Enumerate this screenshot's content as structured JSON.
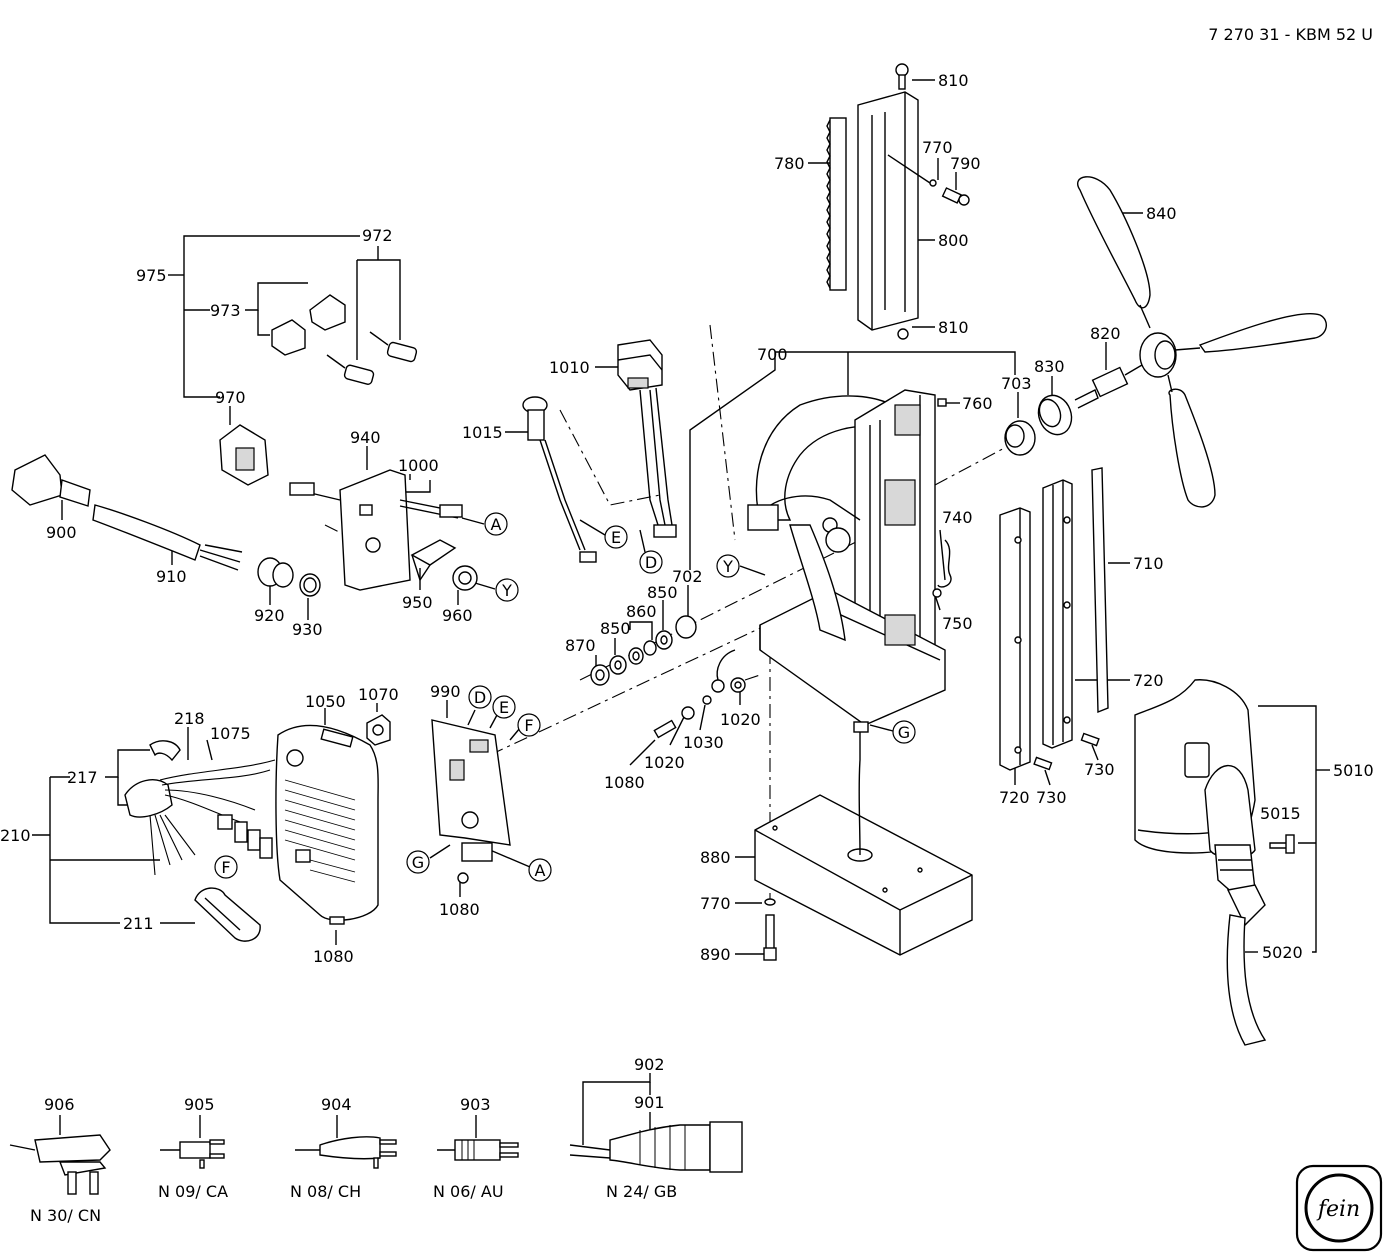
{
  "header": {
    "title": "7 270 31 - KBM 52 U"
  },
  "logo": {
    "text": "fein"
  },
  "parts": [
    {
      "id": "810a",
      "text": "810"
    },
    {
      "id": "770a",
      "text": "770"
    },
    {
      "id": "790",
      "text": "790"
    },
    {
      "id": "780",
      "text": "780"
    },
    {
      "id": "800",
      "text": "800"
    },
    {
      "id": "810b",
      "text": "810"
    },
    {
      "id": "840",
      "text": "840"
    },
    {
      "id": "820",
      "text": "820"
    },
    {
      "id": "972",
      "text": "972"
    },
    {
      "id": "975",
      "text": "975"
    },
    {
      "id": "973",
      "text": "973"
    },
    {
      "id": "970",
      "text": "970"
    },
    {
      "id": "1010",
      "text": "1010"
    },
    {
      "id": "700",
      "text": "700"
    },
    {
      "id": "703",
      "text": "703"
    },
    {
      "id": "830",
      "text": "830"
    },
    {
      "id": "760",
      "text": "760"
    },
    {
      "id": "1015",
      "text": "1015"
    },
    {
      "id": "940",
      "text": "940"
    },
    {
      "id": "1000",
      "text": "1000"
    },
    {
      "id": "900",
      "text": "900"
    },
    {
      "id": "910",
      "text": "910"
    },
    {
      "id": "920",
      "text": "920"
    },
    {
      "id": "930",
      "text": "930"
    },
    {
      "id": "950",
      "text": "950"
    },
    {
      "id": "960",
      "text": "960"
    },
    {
      "id": "740",
      "text": "740"
    },
    {
      "id": "750",
      "text": "750"
    },
    {
      "id": "710",
      "text": "710"
    },
    {
      "id": "702",
      "text": "702"
    },
    {
      "id": "850a",
      "text": "850"
    },
    {
      "id": "860",
      "text": "860"
    },
    {
      "id": "850b",
      "text": "850"
    },
    {
      "id": "870",
      "text": "870"
    },
    {
      "id": "720a",
      "text": "720"
    },
    {
      "id": "1050",
      "text": "1050"
    },
    {
      "id": "1070",
      "text": "1070"
    },
    {
      "id": "990",
      "text": "990"
    },
    {
      "id": "218",
      "text": "218"
    },
    {
      "id": "1075",
      "text": "1075"
    },
    {
      "id": "217",
      "text": "217"
    },
    {
      "id": "210",
      "text": "210"
    },
    {
      "id": "211",
      "text": "211"
    },
    {
      "id": "1080a",
      "text": "1080"
    },
    {
      "id": "1080b",
      "text": "1080"
    },
    {
      "id": "1080c",
      "text": "1080"
    },
    {
      "id": "1020a",
      "text": "1020"
    },
    {
      "id": "1030",
      "text": "1030"
    },
    {
      "id": "1020b",
      "text": "1020"
    },
    {
      "id": "720b",
      "text": "720"
    },
    {
      "id": "730a",
      "text": "730"
    },
    {
      "id": "730b",
      "text": "730"
    },
    {
      "id": "5010",
      "text": "5010"
    },
    {
      "id": "5015",
      "text": "5015"
    },
    {
      "id": "5020",
      "text": "5020"
    },
    {
      "id": "880",
      "text": "880"
    },
    {
      "id": "770b",
      "text": "770"
    },
    {
      "id": "890",
      "text": "890"
    },
    {
      "id": "902",
      "text": "902"
    },
    {
      "id": "906",
      "text": "906"
    },
    {
      "id": "905",
      "text": "905"
    },
    {
      "id": "904",
      "text": "904"
    },
    {
      "id": "903",
      "text": "903"
    },
    {
      "id": "901",
      "text": "901"
    }
  ],
  "connectors": [
    {
      "id": "A1",
      "text": "A"
    },
    {
      "id": "Y1",
      "text": "Y"
    },
    {
      "id": "E1",
      "text": "E"
    },
    {
      "id": "D1",
      "text": "D"
    },
    {
      "id": "Y2",
      "text": "Y"
    },
    {
      "id": "D2",
      "text": "D"
    },
    {
      "id": "E2",
      "text": "E"
    },
    {
      "id": "F1",
      "text": "F"
    },
    {
      "id": "G1",
      "text": "G"
    },
    {
      "id": "A2",
      "text": "A"
    },
    {
      "id": "F2",
      "text": "F"
    },
    {
      "id": "G2",
      "text": "G"
    }
  ],
  "plug_variants": [
    {
      "id": "n30",
      "text": "N 30/ CN"
    },
    {
      "id": "n09",
      "text": "N 09/ CA"
    },
    {
      "id": "n08",
      "text": "N 08/ CH"
    },
    {
      "id": "n06",
      "text": "N 06/ AU"
    },
    {
      "id": "n24",
      "text": "N 24/ GB"
    }
  ]
}
